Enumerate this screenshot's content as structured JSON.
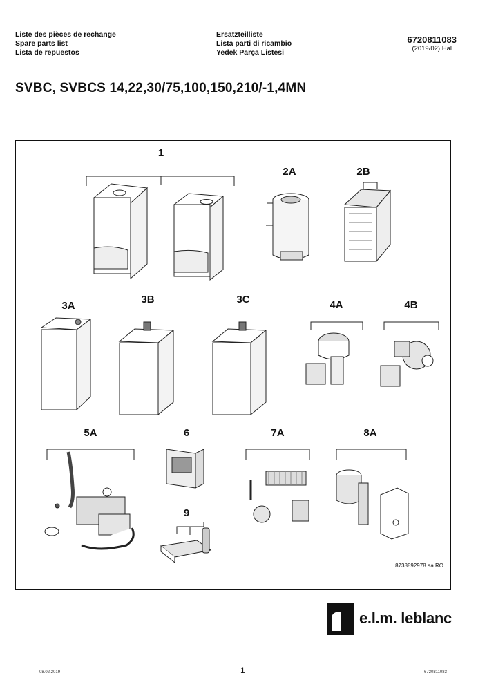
{
  "header": {
    "left": [
      "Liste des pièces de rechange",
      "Spare parts list",
      "Lista de repuestos"
    ],
    "middle": [
      "Ersatzteilliste",
      "Lista parti di ricambio",
      "Yedek Parça Listesi"
    ],
    "doc_number": "6720811083",
    "revision": "(2019/02) Hal"
  },
  "title": "SVBC, SVBCS 14,22,30/75,100,150,210/-1,4MN",
  "diagram": {
    "labels": {
      "p1": "1",
      "p2a": "2A",
      "p2b": "2B",
      "p3a": "3A",
      "p3b": "3B",
      "p3c": "3C",
      "p4a": "4A",
      "p4b": "4B",
      "p5a": "5A",
      "p6": "6",
      "p7a": "7A",
      "p8a": "8A",
      "p9": "9"
    },
    "image_code": "8738892978.aa.RO"
  },
  "logo": {
    "text": "e.l.m. leblanc"
  },
  "footer": {
    "date": "08.02.2019",
    "page": "1",
    "doc": "6720811083"
  }
}
